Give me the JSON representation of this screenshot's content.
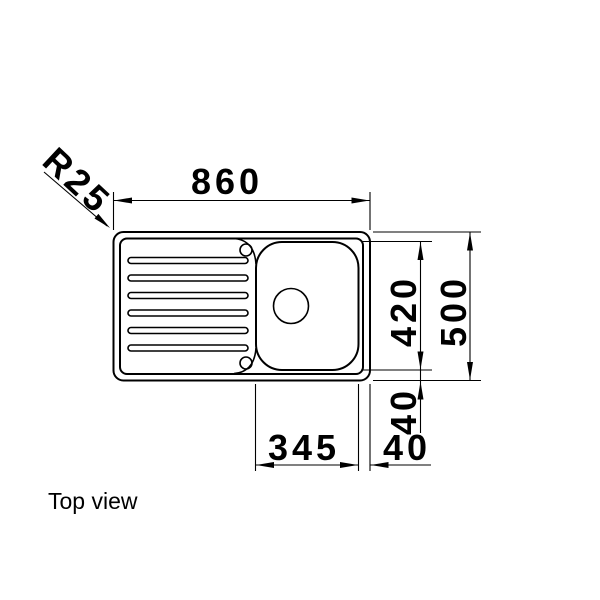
{
  "colors": {
    "ink": "#000000",
    "background": "#ffffff"
  },
  "caption": "Top view",
  "dimensions": {
    "overall_width_mm": "860",
    "overall_depth_mm": "500",
    "bowl_depth_mm": "420",
    "bowl_width_mm": "345",
    "offset_bottom_mm": "40",
    "offset_right_mm": "40",
    "corner_radius": "R25"
  }
}
